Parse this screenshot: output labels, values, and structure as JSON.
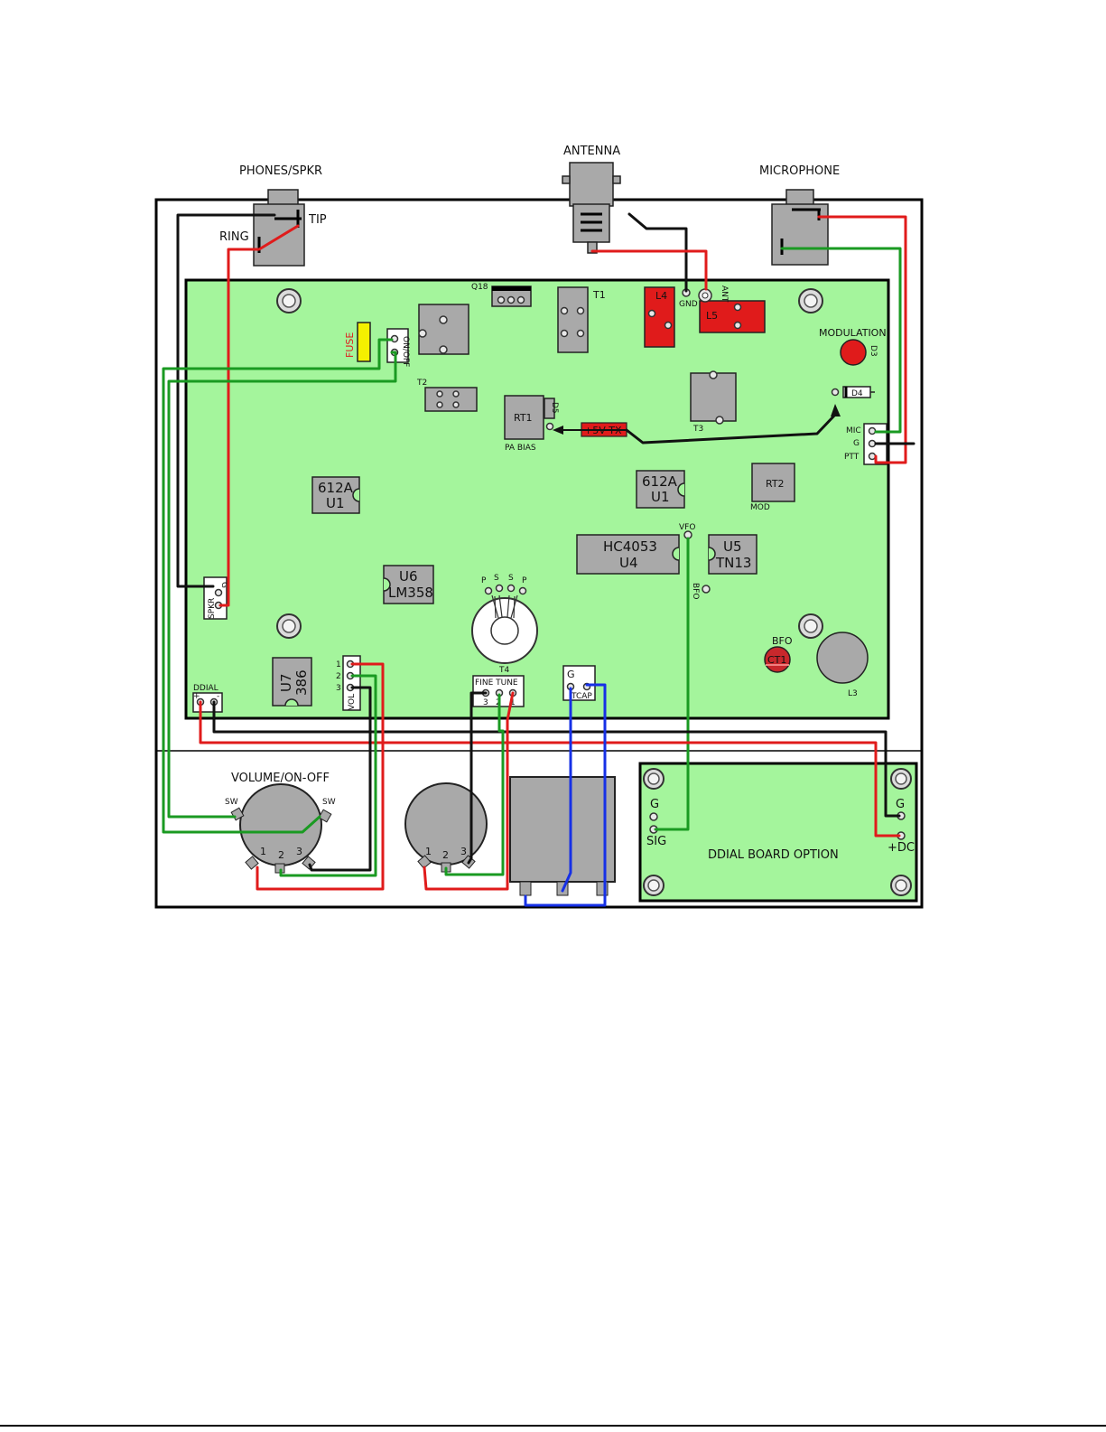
{
  "jacks": {
    "phones": "PHONES/SPKR",
    "antenna": "ANTENNA",
    "microphone": "MICROPHONE",
    "tip": "TIP",
    "ring": "RING"
  },
  "board": {
    "q18": "Q18",
    "t1": "T1",
    "l4": "L4",
    "l5": "L5",
    "gnd": "GND",
    "ant": "ANT",
    "fuse": "FUSE",
    "on_off": "ON/OFF",
    "modulation": "MODULATION",
    "d3": "D3",
    "d4": "D4",
    "t2": "T2",
    "rt1": "RT1",
    "d5": "D5",
    "pa_bias": "PA BIAS",
    "plus5v_tx": "+5V TX",
    "t3": "T3",
    "mic": "MIC",
    "g": "G",
    "ptt": "PTT",
    "u1a_top": "612A",
    "u1a_bot": "U1",
    "u1b_top": "612A",
    "u1b_bot": "U1",
    "rt2": "RT2",
    "mod": "MOD",
    "vfo": "VFO",
    "u4_top": "HC4053",
    "u4_bot": "U4",
    "u5_top": "U5",
    "u5_bot": "TN13",
    "bfo_small": "BFO",
    "u6_top": "U6",
    "u6_bot": "LM358",
    "spkr": "SPKR",
    "spkr_g": "G",
    "t4_pins": [
      "P",
      "S",
      "S",
      "P"
    ],
    "t4": "T4",
    "bfo": "BFO",
    "ct1": "CT1",
    "l3": "L3",
    "u7_top": "U7",
    "u7_bot": "386",
    "vol_pins": [
      "1",
      "2",
      "3"
    ],
    "vol": "VOL",
    "ddial": "DDIAL",
    "ddial_plus": "+",
    "ddial_minus": "-",
    "fine_tune": "FINE TUNE",
    "fine_pins": [
      "3",
      "2",
      "1"
    ],
    "tcap_g": "G",
    "tcap": "TCAP"
  },
  "panel": {
    "volume_on_off": "VOLUME/ON-OFF",
    "sw_left": "SW",
    "sw_right": "SW",
    "pot_pins": [
      "1",
      "2",
      "3"
    ],
    "pot2_pins": [
      "1",
      "2",
      "3"
    ]
  },
  "ddial_board": {
    "g_left": "G",
    "sig": "SIG",
    "title": "DDIAL BOARD OPTION",
    "g_right": "G",
    "plus_dc": "+DC"
  },
  "colors": {
    "board_green": "#a4f59c",
    "wire_red": "#e01b1b",
    "wire_black": "#111111",
    "wire_green": "#1a9a22",
    "wire_blue": "#1630e6",
    "inductor_red": "#e01b1b",
    "fuse_yellow": "#f4f000"
  }
}
